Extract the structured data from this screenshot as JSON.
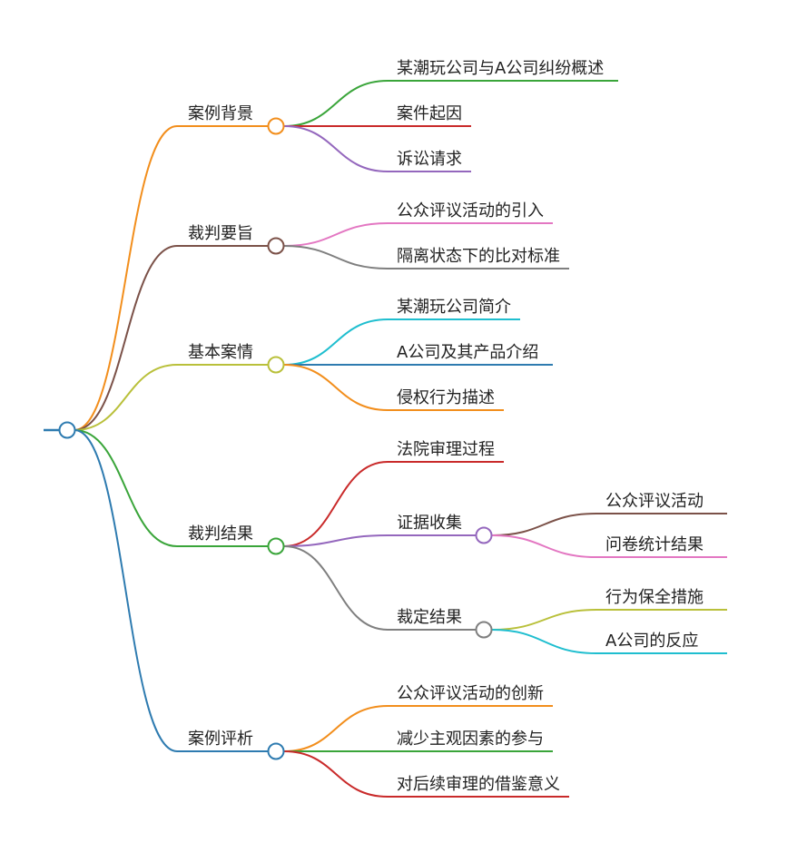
{
  "colors": {
    "root": "#2e7bb0",
    "orange": "#f28e1c",
    "brown": "#7b5148",
    "olive": "#b9c03a",
    "green": "#3aa53a",
    "blue": "#2e7bb0",
    "red": "#c92a2a",
    "purple": "#9467bd",
    "pink": "#e377c2",
    "gray": "#7f7f7f",
    "cyan": "#1fbecf"
  },
  "mindmap": {
    "root": {
      "label": ""
    },
    "branches": [
      {
        "label": "案例背景",
        "color": "orange",
        "children": [
          {
            "label": "某潮玩公司与A公司纠纷概述",
            "color": "green"
          },
          {
            "label": "案件起因",
            "color": "red"
          },
          {
            "label": "诉讼请求",
            "color": "purple"
          }
        ]
      },
      {
        "label": "裁判要旨",
        "color": "brown",
        "children": [
          {
            "label": "公众评议活动的引入",
            "color": "pink"
          },
          {
            "label": "隔离状态下的比对标准",
            "color": "gray"
          }
        ]
      },
      {
        "label": "基本案情",
        "color": "olive",
        "children": [
          {
            "label": "某潮玩公司简介",
            "color": "cyan"
          },
          {
            "label": "A公司及其产品介绍",
            "color": "blue"
          },
          {
            "label": "侵权行为描述",
            "color": "orange"
          }
        ]
      },
      {
        "label": "裁判结果",
        "color": "green",
        "children": [
          {
            "label": "法院审理过程",
            "color": "red"
          },
          {
            "label": "证据收集",
            "color": "purple",
            "children": [
              {
                "label": "公众评议活动",
                "color": "brown"
              },
              {
                "label": "问卷统计结果",
                "color": "pink"
              }
            ]
          },
          {
            "label": "裁定结果",
            "color": "gray",
            "children": [
              {
                "label": "行为保全措施",
                "color": "olive"
              },
              {
                "label": "A公司的反应",
                "color": "cyan"
              }
            ]
          }
        ]
      },
      {
        "label": "案例评析",
        "color": "blue",
        "children": [
          {
            "label": "公众评议活动的创新",
            "color": "orange"
          },
          {
            "label": "减少主观因素的参与",
            "color": "green"
          },
          {
            "label": "对后续审理的借鉴意义",
            "color": "red"
          }
        ]
      }
    ]
  }
}
